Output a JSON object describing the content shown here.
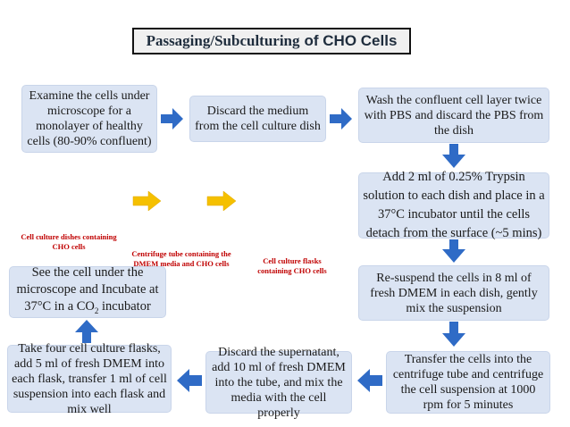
{
  "title": {
    "part1": "Passaging/Subculturing",
    "part2": "of CHO Cells"
  },
  "steps": {
    "examine": "Examine the cells under microscope for a monolayer of healthy cells (80-90% confluent)",
    "discard_medium": "Discard the medium from the cell culture dish",
    "wash": "Wash the confluent cell layer twice with PBS and discard the PBS from the dish",
    "trypsin": "Add 2 ml of 0.25% Trypsin solution to each dish and place in a 37°C incubator until the cells detach from the surface (~5 mins)",
    "resuspend": "Re-suspend the cells in 8 ml of fresh DMEM in each dish, gently mix the suspension",
    "transfer": "Transfer the cells into the centrifuge tube and centrifuge the cell suspension at 1000 rpm for 5 minutes",
    "discard_supernatant": "Discard the supernatant, add 10 ml of fresh DMEM into the tube, and mix the media with the cell properly",
    "flasks": "Take four cell culture flasks, add 5 ml of fresh DMEM into each flask, transfer 1 ml of cell suspension into each flask and mix well",
    "incubate_pre": "See the cell under the microscope and Incubate at 37°C in a CO",
    "incubate_sub": "2",
    "incubate_post": " incubator"
  },
  "captions": {
    "dishes": "Cell culture dishes containing CHO cells",
    "tube": "Centrifuge tube containing the DMEM media and CHO cells",
    "flasks": "Cell culture flasks containing CHO cells"
  },
  "colors": {
    "box_fill": "#dbe4f3",
    "flow_arrow": "#2f6bc6",
    "caption_text": "#c00000",
    "small_arrow_fill": "#f5c000"
  }
}
